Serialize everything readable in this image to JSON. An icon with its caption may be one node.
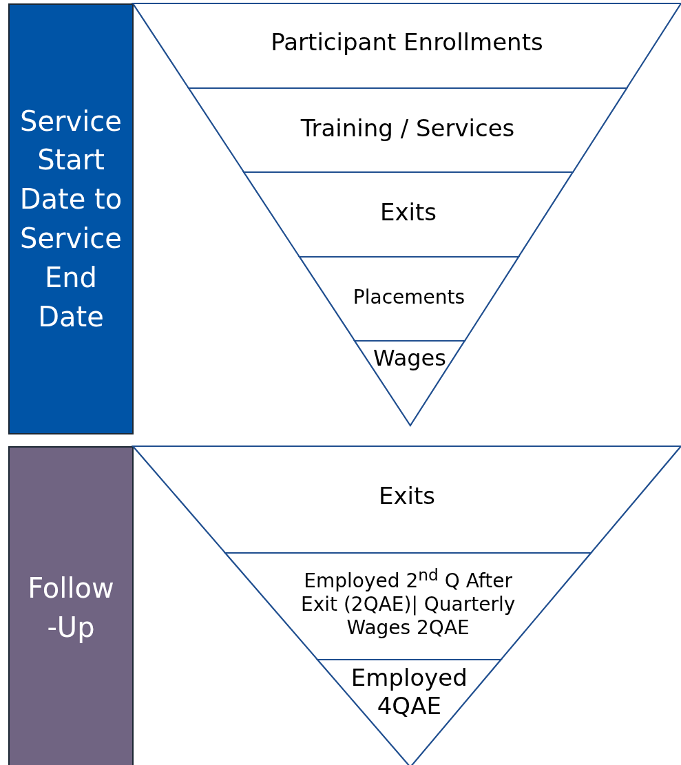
{
  "diagram": {
    "nodes": [
      {
        "text": [
          "Service Start Date to Service End Date"
        ]
      },
      {
        "text": [
          "Participant Enrollments"
        ]
      },
      {
        "text": [
          "Training / Services"
        ]
      },
      {
        "text": [
          "Exits"
        ]
      },
      {
        "text": [
          "Placements"
        ]
      },
      {
        "text": [
          "Wages"
        ]
      },
      {
        "text": [
          "Follow -Up"
        ]
      },
      {
        "text": [
          "Exits"
        ]
      },
      {
        "text": [
          "Employed 2$^{nd}$ Q After Exit (2QAE)| Quarterly Wages 2QAE"
        ]
      },
      {
        "text": [
          "Employed 4QAE"
        ]
      }
    ]
  }
}
